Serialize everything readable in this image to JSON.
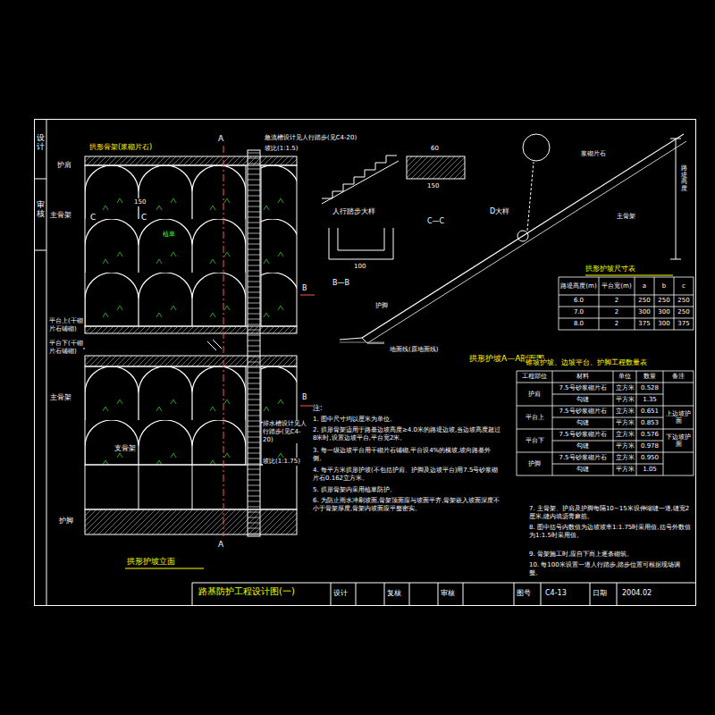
{
  "diagram": {
    "title": "路基防护工程设计图(一)",
    "labels": [
      "设计",
      "审核",
      "拱形骨架(浆砌片石)",
      "护肩",
      "主骨架",
      "C",
      "C",
      "150",
      "植草",
      "平台上(干砌片石铺砌)",
      "平台下(干砌片石铺砌)",
      "主骨架",
      "支骨架",
      "护脚",
      "拱形护坡立面",
      "A",
      "A",
      "急流槽设计见人行踏步(见C4-20)",
      "坡比(1:1.5)",
      "排水槽设计见人行踏步(见C4-20)",
      "坡比(1:1.75)",
      "B",
      "B",
      "人行踏步大样",
      "C—C",
      "B—B",
      "100",
      "150",
      "60",
      "D大样",
      "拱形护坡A—A剖面图",
      "地面线(原地面线)",
      "护脚",
      "浆砌片石",
      "主骨架",
      "路堤高度",
      "拱形护坡尺寸表",
      "路堤高度(m)",
      "平台宽(m)",
      "a",
      "b",
      "c",
      "6.0",
      "2",
      "250",
      "250",
      "250",
      "7.0",
      "2",
      "300",
      "300",
      "250",
      "8.0",
      "2",
      "375",
      "300",
      "375",
      "锥坡护坡、边坡平台、护脚工程数量表",
      "工程部位",
      "材料",
      "单位",
      "数量",
      "备注",
      "护肩",
      "平台上",
      "平台下",
      "护脚",
      "7.5号砂浆砌片石",
      "立方米",
      "0.528",
      "勾缝",
      "平方米",
      "1.35",
      "7.5号砂浆砌片石",
      "立方米",
      "0.651",
      "上边坡护面",
      "勾缝",
      "平方米",
      "0.853",
      "7.5号砂浆砌片石",
      "立方米",
      "0.576",
      "下边坡护面",
      "勾缝",
      "平方米",
      "0.978",
      "7.5号砂浆砌片石",
      "立方米",
      "0.950",
      "勾缝",
      "平方米",
      "1.05",
      "注:",
      "1. 图中尺寸均以厘米为单位。",
      "2. 拱形骨架适用于路基边坡高度≥4.0米的路堤边坡,当边坡高度超过8米时,设置边坡平台,平台宽2米。",
      "3. 每一级边坡平台用干砌片石铺砌,平台设4%的横坡,坡向路基外侧。",
      "4. 每平方米拱形护坡(不包括护肩、护脚及边坡平台)用7.5号砂浆砌片石0.162立方米。",
      "5. 拱形骨架内采用植草防护。",
      "6. 为防止雨水冲刷坡面,骨架顶面应与坡面平齐,骨架嵌入坡面深度不小于骨架厚度,骨架内坡面应平整密实。",
      "7. 主骨架、护肩及护脚每隔10~15米设伸缩缝一道,缝宽2厘米,缝内填沥青麻筋。",
      "8. 图中括号内数值为边坡坡率1:1.75时采用值,括号外数值为1:1.5时采用值。",
      "9. 骨架施工时,应自下而上逐条砌筑。",
      "10. 每100米设置一道人行踏步,踏步位置可根据现场调整。",
      "设计",
      "复核",
      "审核",
      "图号",
      "C4-13",
      "日期",
      "2004.02"
    ]
  }
}
